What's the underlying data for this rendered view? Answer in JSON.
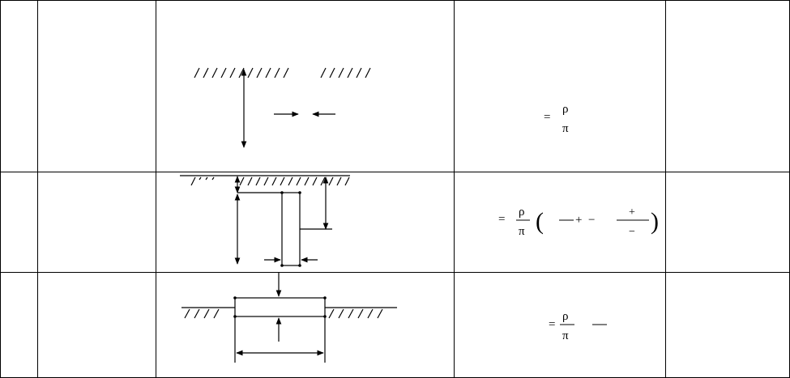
{
  "table": {
    "rows": [
      {
        "formula": {
          "equals": "=",
          "numerator": "ρ",
          "denominator": "π"
        }
      },
      {
        "formula": {
          "equals": "=",
          "numerator": "ρ",
          "denominator": "π",
          "paren_open": "(",
          "plus_1": "+",
          "minus_1": "−",
          "plus_2": "+",
          "minus_2": "−",
          "paren_close": ")"
        }
      },
      {
        "formula": {
          "equals": "=",
          "numerator": "ρ",
          "denominator": "π"
        }
      }
    ]
  }
}
